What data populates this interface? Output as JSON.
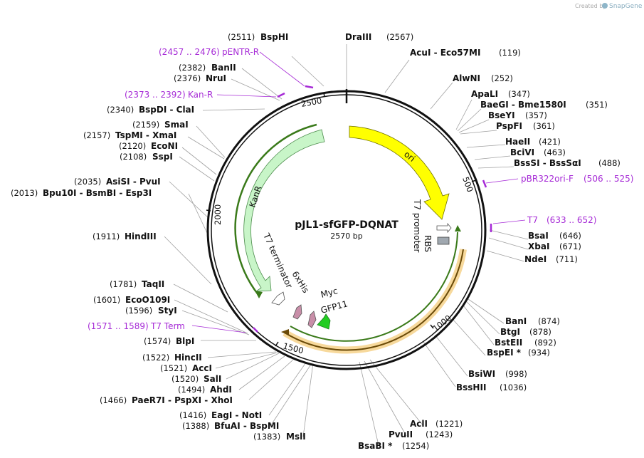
{
  "plasmid": {
    "name": "pJL1-sfGFP-DQNAT",
    "size": "2570 bp"
  },
  "credit": {
    "prefix": "Created by",
    "brand": "SnapGene"
  },
  "tick_labels": [
    "500",
    "1000",
    "1500",
    "2000",
    "2500"
  ],
  "features": {
    "ori": "ori",
    "kanr": "KanR",
    "t7_promoter": "T7 promoter",
    "rbs": "RBS",
    "t7_terminator": "T7 terminator",
    "his": "6xHis",
    "myc": "Myc",
    "gfp11": "GFP11"
  },
  "enzymes": [
    {
      "name": "DraIII",
      "pos": "(2567)"
    },
    {
      "name": "AcuI - Eco57MI",
      "pos": "(119)"
    },
    {
      "name": "AlwNI",
      "pos": "(252)"
    },
    {
      "name": "ApaLI",
      "pos": "(347)"
    },
    {
      "name": "BaeGI - Bme1580I",
      "pos": "(351)"
    },
    {
      "name": "BseYI",
      "pos": "(357)"
    },
    {
      "name": "PspFI",
      "pos": "(361)"
    },
    {
      "name": "HaeII",
      "pos": "(421)"
    },
    {
      "name": "BciVI",
      "pos": "(463)"
    },
    {
      "name": "BssSI - BssSαI",
      "pos": "(488)"
    },
    {
      "name": "BsaI",
      "pos": "(646)"
    },
    {
      "name": "XbaI",
      "pos": "(671)"
    },
    {
      "name": "NdeI",
      "pos": "(711)"
    },
    {
      "name": "BanI",
      "pos": "(874)"
    },
    {
      "name": "BtgI",
      "pos": "(878)"
    },
    {
      "name": "BstEII",
      "pos": "(892)"
    },
    {
      "name": "BspEI *",
      "pos": "(934)"
    },
    {
      "name": "BsiWI",
      "pos": "(998)"
    },
    {
      "name": "BssHII",
      "pos": "(1036)"
    },
    {
      "name": "AclI",
      "pos": "(1221)"
    },
    {
      "name": "PvuII",
      "pos": "(1243)"
    },
    {
      "name": "BsaBI *",
      "pos": "(1254)"
    },
    {
      "name": "MslI",
      "pos": "(1383)"
    },
    {
      "name": "BfuAI - BspMI",
      "pos": "(1388)"
    },
    {
      "name": "EagI - NotI",
      "pos": "(1416)"
    },
    {
      "name": "PaeR7I - PspXI - XhoI",
      "pos": "(1466)"
    },
    {
      "name": "AhdI",
      "pos": "(1494)"
    },
    {
      "name": "SalI",
      "pos": "(1520)"
    },
    {
      "name": "AccI",
      "pos": "(1521)"
    },
    {
      "name": "HincII",
      "pos": "(1522)"
    },
    {
      "name": "BlpI",
      "pos": "(1574)"
    },
    {
      "name": "StyI",
      "pos": "(1596)"
    },
    {
      "name": "EcoO109I",
      "pos": "(1601)"
    },
    {
      "name": "TaqII",
      "pos": "(1781)"
    },
    {
      "name": "HindIII",
      "pos": "(1911)"
    },
    {
      "name": "Bpu10I - BsmBI - Esp3I",
      "pos": "(2013)"
    },
    {
      "name": "AsiSI - PvuI",
      "pos": "(2035)"
    },
    {
      "name": "SspI",
      "pos": "(2108)"
    },
    {
      "name": "EcoNI",
      "pos": "(2120)"
    },
    {
      "name": "TspMI - XmaI",
      "pos": "(2157)"
    },
    {
      "name": "SmaI",
      "pos": "(2159)"
    },
    {
      "name": "BspDI - ClaI",
      "pos": "(2340)"
    },
    {
      "name": "NruI",
      "pos": "(2376)"
    },
    {
      "name": "BanII",
      "pos": "(2382)"
    },
    {
      "name": "BspHI",
      "pos": "(2511)"
    }
  ],
  "primers": [
    {
      "name": "pBR322ori-F",
      "range": "(506 .. 525)"
    },
    {
      "name": "T7",
      "range": "(633 .. 652)"
    },
    {
      "name": "T7 Term",
      "range": "(1571 .. 1589)"
    },
    {
      "name": "Kan-R",
      "range": "(2373 .. 2392)"
    },
    {
      "name": "pENTR-R",
      "range": "(2457 .. 2476)"
    }
  ]
}
